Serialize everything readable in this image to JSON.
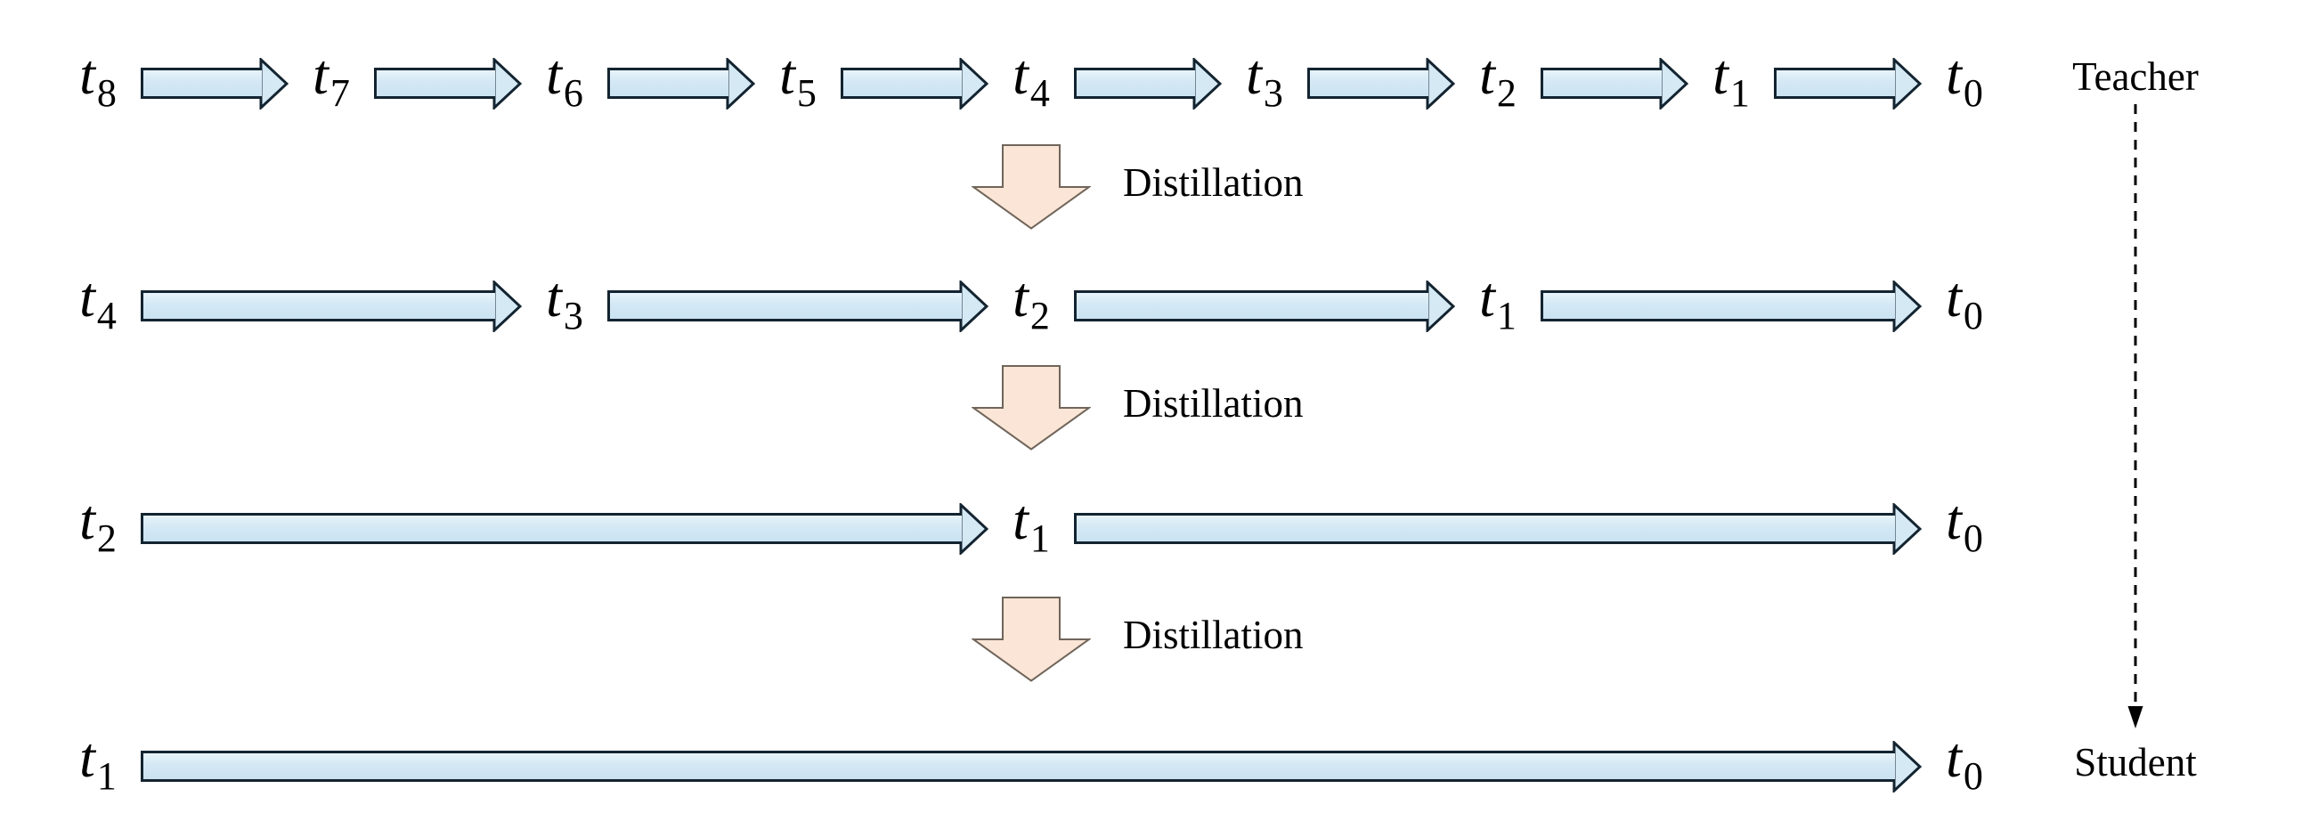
{
  "diagram": {
    "title_semantics": "Progressive distillation of sampling steps",
    "teacher_label": "Teacher",
    "student_label": "Student",
    "distillation_steps": [
      {
        "label": "Distillation"
      },
      {
        "label": "Distillation"
      },
      {
        "label": "Distillation"
      }
    ],
    "rows": [
      {
        "steps": [
          {
            "base": "t",
            "sub": "8"
          },
          {
            "base": "t",
            "sub": "7"
          },
          {
            "base": "t",
            "sub": "6"
          },
          {
            "base": "t",
            "sub": "5"
          },
          {
            "base": "t",
            "sub": "4"
          },
          {
            "base": "t",
            "sub": "3"
          },
          {
            "base": "t",
            "sub": "2"
          },
          {
            "base": "t",
            "sub": "1"
          },
          {
            "base": "t",
            "sub": "0"
          }
        ]
      },
      {
        "steps": [
          {
            "base": "t",
            "sub": "4"
          },
          {
            "base": "t",
            "sub": "3"
          },
          {
            "base": "t",
            "sub": "2"
          },
          {
            "base": "t",
            "sub": "1"
          },
          {
            "base": "t",
            "sub": "0"
          }
        ]
      },
      {
        "steps": [
          {
            "base": "t",
            "sub": "2"
          },
          {
            "base": "t",
            "sub": "1"
          },
          {
            "base": "t",
            "sub": "0"
          }
        ]
      },
      {
        "steps": [
          {
            "base": "t",
            "sub": "1"
          },
          {
            "base": "t",
            "sub": "0"
          }
        ]
      }
    ],
    "colors": {
      "step_arrow_fill": "#d5e9f5",
      "step_arrow_border": "#132430",
      "distill_arrow_fill": "#fbe5d6",
      "distill_arrow_border": "#70655a",
      "dashed_arrow": "#000000",
      "background": "#ffffff"
    }
  }
}
